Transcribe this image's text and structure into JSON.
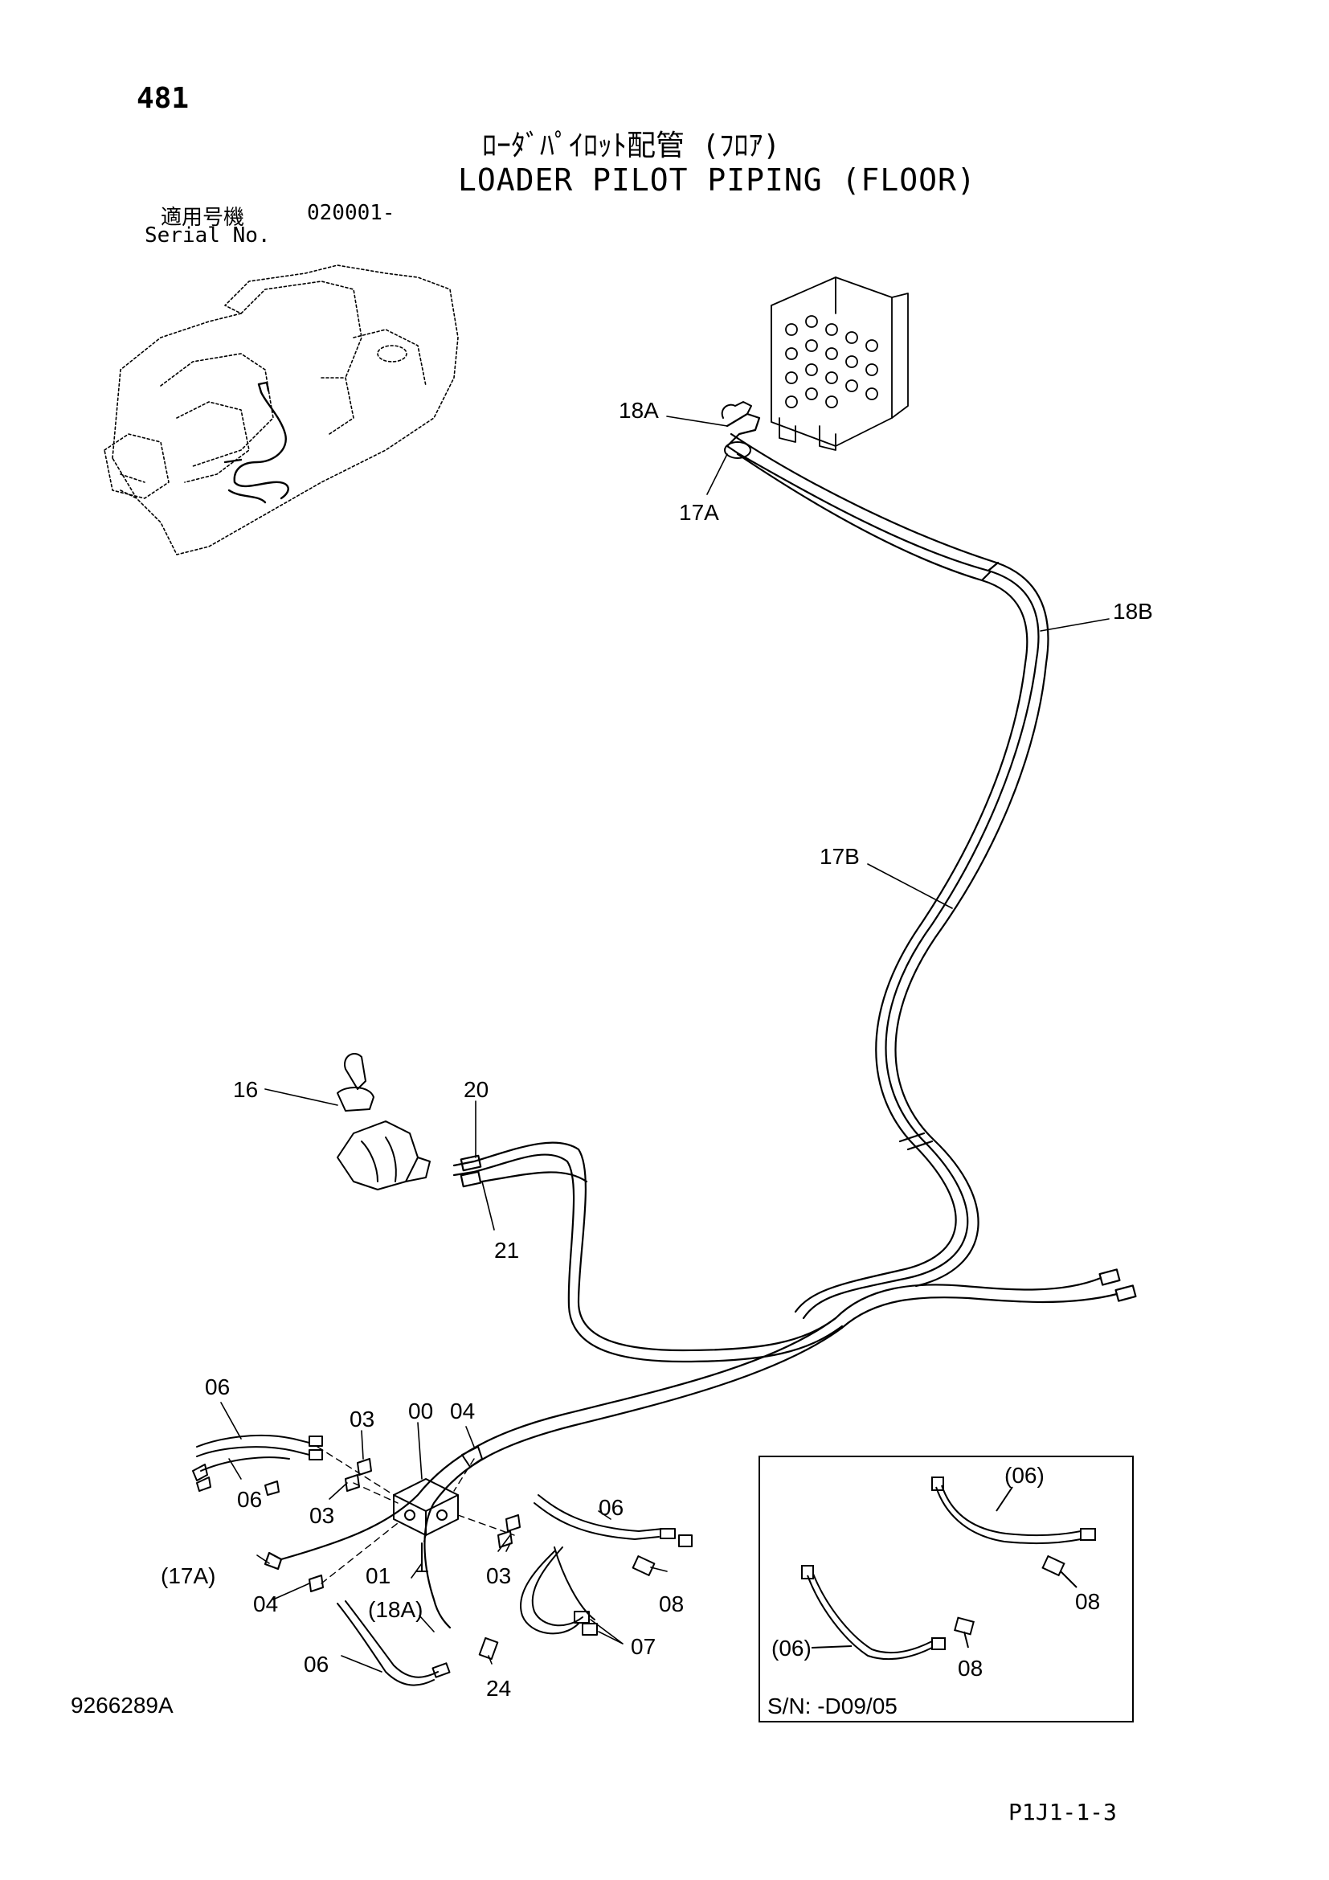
{
  "page": {
    "number": "481",
    "title_ja": "ﾛｰﾀﾞﾊﾟｲﾛｯﾄ配管 (ﾌﾛｱ)",
    "title_en": "LOADER PILOT PIPING (FLOOR)",
    "serial_label_ja": "適用号機",
    "serial_label_en": "Serial No.",
    "serial_value": "020001-",
    "drawing_number": "9266289A",
    "page_code": "P1J1-1-3"
  },
  "callouts": {
    "c18A": "18A",
    "c17A": "17A",
    "c18B": "18B",
    "c17B": "17B",
    "c16": "16",
    "c20": "20",
    "c21": "21",
    "c06a": "06",
    "c06b": "06",
    "c06c": "06",
    "c06d": "06",
    "c03a": "03",
    "c03b": "03",
    "c03c": "03",
    "c00": "00",
    "c04a": "04",
    "c04b": "04",
    "c17Ap": "(17A)",
    "c01": "01",
    "c18Ap": "(18A)",
    "c08": "08",
    "c07": "07",
    "c24": "24"
  },
  "inset": {
    "c06a": "(06)",
    "c08a": "08",
    "c06b": "(06)",
    "c08b": "08",
    "serial_note": "S/N: -D09/05"
  }
}
